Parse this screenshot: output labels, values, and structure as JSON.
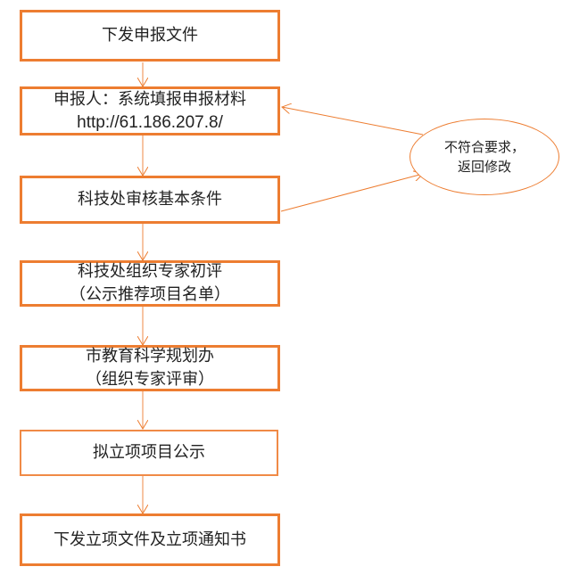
{
  "steps": [
    {
      "lines": [
        "下发申报文件"
      ]
    },
    {
      "lines": [
        "申报人：系统填报申报材料",
        "http://61.186.207.8/"
      ]
    },
    {
      "lines": [
        "科技处审核基本条件"
      ]
    },
    {
      "lines": [
        "科技处组织专家初评",
        "（公示推荐项目名单）"
      ]
    },
    {
      "lines": [
        "市教育科学规划办",
        "（组织专家评审）"
      ]
    },
    {
      "lines": [
        "拟立项项目公示"
      ]
    },
    {
      "lines": [
        "下发立项文件及立项通知书"
      ]
    }
  ],
  "reject_node": {
    "lines": [
      "不符合要求，",
      "返回修改"
    ]
  },
  "colors": {
    "border": "#ED7D31",
    "arrow": "#F4B183"
  }
}
